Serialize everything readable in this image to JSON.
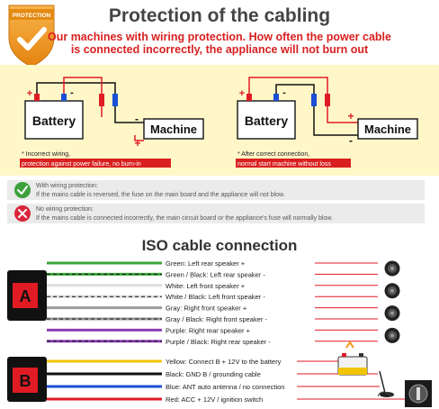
{
  "header": {
    "badge_text": "PROTECTION",
    "title": "Protection of the cabling",
    "subtitle_line1": "Our machines with wiring protection. How often the power cable",
    "subtitle_line2": "is connected incorrectly, the appliance will not burn out"
  },
  "wiring": {
    "battery_label": "Battery",
    "machine_label": "Machine",
    "plus": "+",
    "minus": "-",
    "left_note_line1": "* Incorrect wiring,",
    "left_note_line2": "protection against power failure, no burn-in",
    "right_note_line1": "* After correct connection,",
    "right_note_line2": "normal start machine without loss"
  },
  "notes": [
    {
      "title": "With wiring protection:",
      "text": "If the mains cable is reversed, the fuse on the main board and the appliance will not blow."
    },
    {
      "title": "No wiring protection:",
      "text": "If the mains cable is connected incorrectly, the main circuit board or the appliance's fuse will normally blow."
    }
  ],
  "iso": {
    "title": "ISO cable connection",
    "connector_a": "A",
    "connector_b": "B",
    "a_wires": [
      "Green: Left rear speaker +",
      "Green / Black: Left rear speaker -",
      "White: Left front speaker +",
      "White / Black: Left front speaker -",
      "Gray: Right front speaker +",
      "Gray / Black: Right front speaker -",
      "Purple: Right rear speaker +",
      "Purple / Black: Right rear speaker -"
    ],
    "b_wires": [
      "Yellow: Connect B + 12V to the battery",
      "Black: GND B / grounding cable",
      "Blue: ANT auto antenna / no connection",
      "Red: ACC + 12V / ignition switch"
    ]
  },
  "colors": {
    "accent_red": "#d92020",
    "title_gray": "#444444",
    "panel_yellow": "#fff7c8",
    "badge_orange": "#f29a1c",
    "note_ok_green": "#3da13d",
    "note_bad_red": "#d9253a",
    "connector_red": "#e01b24"
  },
  "icons": {
    "badge": "shield-check-icon",
    "ok": "check-circle-icon",
    "bad": "x-circle-icon",
    "speaker": "speaker-icon",
    "battery": "battery-icon",
    "antenna": "antenna-icon",
    "ignition": "ignition-switch-icon"
  }
}
